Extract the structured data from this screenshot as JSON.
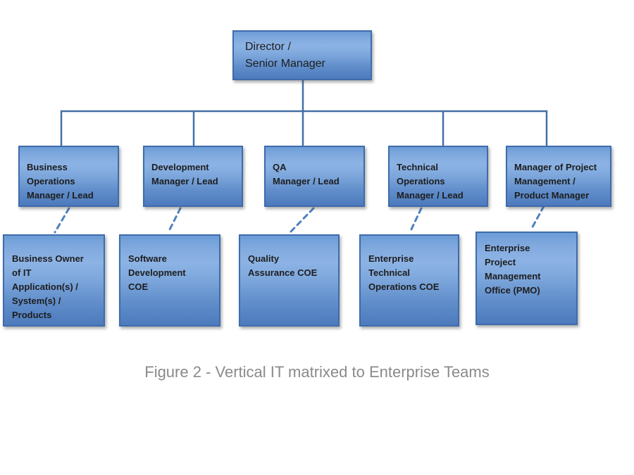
{
  "diagram": {
    "root": {
      "label": "Director /\nSenior Manager"
    },
    "managers": [
      {
        "label": "Business\nOperations\nManager / Lead"
      },
      {
        "label": "Development\nManager / Lead"
      },
      {
        "label": "QA\nManager / Lead"
      },
      {
        "label": "Technical\nOperations\nManager / Lead"
      },
      {
        "label": "Manager of Project\nManagement /\nProduct Manager"
      }
    ],
    "teams": [
      {
        "label": "Business Owner\nof IT\nApplication(s) /\nSystem(s) /\nProducts"
      },
      {
        "label": "Software\nDevelopment\nCOE"
      },
      {
        "label": "Quality\nAssurance COE"
      },
      {
        "label": "Enterprise\nTechnical\nOperations COE"
      },
      {
        "label": "Enterprise\nProject\nManagement\nOffice (PMO)"
      }
    ],
    "caption": "Figure 2 - Vertical IT matrixed to Enterprise Teams",
    "colors": {
      "box_fill_top": "#6c9dd7",
      "box_fill_light": "#8db3e5",
      "box_fill_bottom": "#4c7abc",
      "box_border": "#3e6cab",
      "solid_connector": "#4470a6",
      "dashed_connector": "#4f81bd",
      "label_text": "#1d1d1d",
      "caption_text": "#8a8a8a",
      "background": "#ffffff"
    }
  }
}
